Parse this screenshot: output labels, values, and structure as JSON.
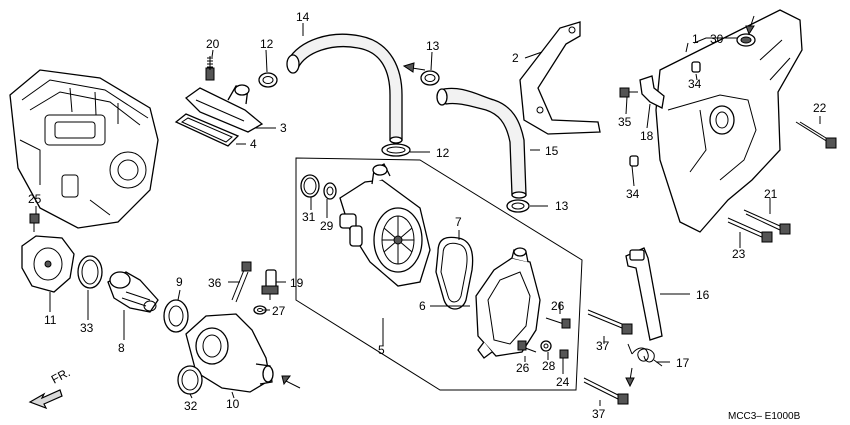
{
  "diagram": {
    "code": "MCC3– E1000B",
    "direction_marker": "FR.",
    "part_labels": [
      {
        "id": "p1",
        "text": "1"
      },
      {
        "id": "p2",
        "text": "2"
      },
      {
        "id": "p3",
        "text": "3"
      },
      {
        "id": "p4",
        "text": "4"
      },
      {
        "id": "p5",
        "text": "5"
      },
      {
        "id": "p6",
        "text": "6"
      },
      {
        "id": "p7",
        "text": "7"
      },
      {
        "id": "p8",
        "text": "8"
      },
      {
        "id": "p9",
        "text": "9"
      },
      {
        "id": "p10",
        "text": "10"
      },
      {
        "id": "p11",
        "text": "11"
      },
      {
        "id": "p12a",
        "text": "12"
      },
      {
        "id": "p12b",
        "text": "12"
      },
      {
        "id": "p13a",
        "text": "13"
      },
      {
        "id": "p13b",
        "text": "13"
      },
      {
        "id": "p14",
        "text": "14"
      },
      {
        "id": "p15",
        "text": "15"
      },
      {
        "id": "p16",
        "text": "16"
      },
      {
        "id": "p17",
        "text": "17"
      },
      {
        "id": "p18",
        "text": "18"
      },
      {
        "id": "p19",
        "text": "19"
      },
      {
        "id": "p20",
        "text": "20"
      },
      {
        "id": "p21",
        "text": "21"
      },
      {
        "id": "p22",
        "text": "22"
      },
      {
        "id": "p23",
        "text": "23"
      },
      {
        "id": "p24",
        "text": "24"
      },
      {
        "id": "p25",
        "text": "25"
      },
      {
        "id": "p26a",
        "text": "26"
      },
      {
        "id": "p26b",
        "text": "26"
      },
      {
        "id": "p27",
        "text": "27"
      },
      {
        "id": "p28",
        "text": "28"
      },
      {
        "id": "p29",
        "text": "29"
      },
      {
        "id": "p30",
        "text": "30"
      },
      {
        "id": "p31",
        "text": "31"
      },
      {
        "id": "p32",
        "text": "32"
      },
      {
        "id": "p33",
        "text": "33"
      },
      {
        "id": "p34a",
        "text": "34"
      },
      {
        "id": "p34b",
        "text": "34"
      },
      {
        "id": "p35",
        "text": "35"
      },
      {
        "id": "p36",
        "text": "36"
      },
      {
        "id": "p37a",
        "text": "37"
      },
      {
        "id": "p37b",
        "text": "37"
      }
    ]
  }
}
